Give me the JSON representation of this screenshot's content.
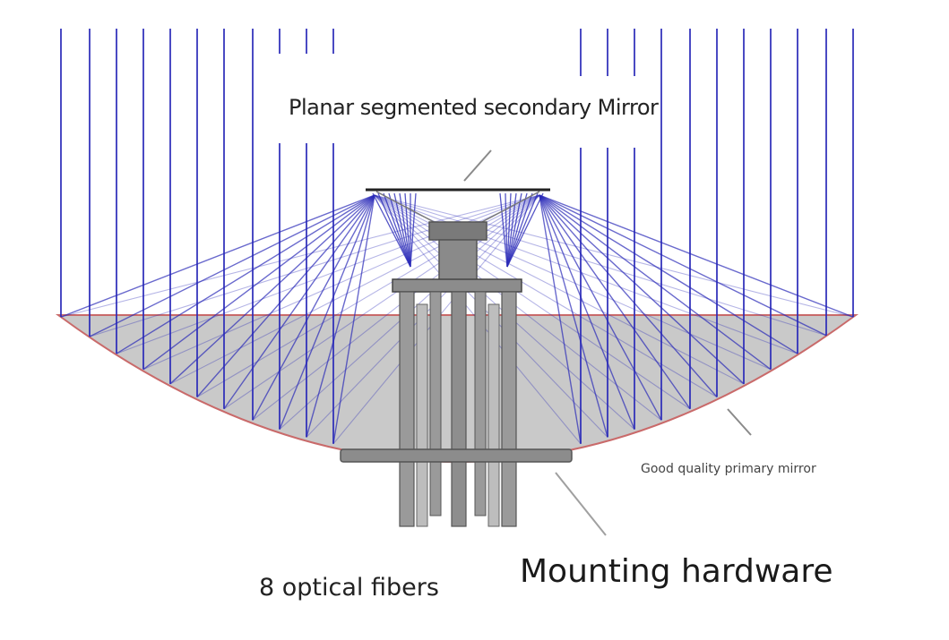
{
  "labels": {
    "secondary_mirror": "Planar segmented secondary Mirror",
    "primary_mirror": "Good quality primary mirror",
    "fibers": "8 optical fibers",
    "mounting": "Mounting hardware"
  },
  "colors": {
    "ray": "#2a2ab8",
    "ray_light": "#8f95c9",
    "mirror_fill": "#c9c9c9",
    "mirror_edge": "#c96a6a",
    "hardware": "#8c8c8c",
    "hardware_dark": "#5e5e5e",
    "leader": "#8a8a8a"
  }
}
